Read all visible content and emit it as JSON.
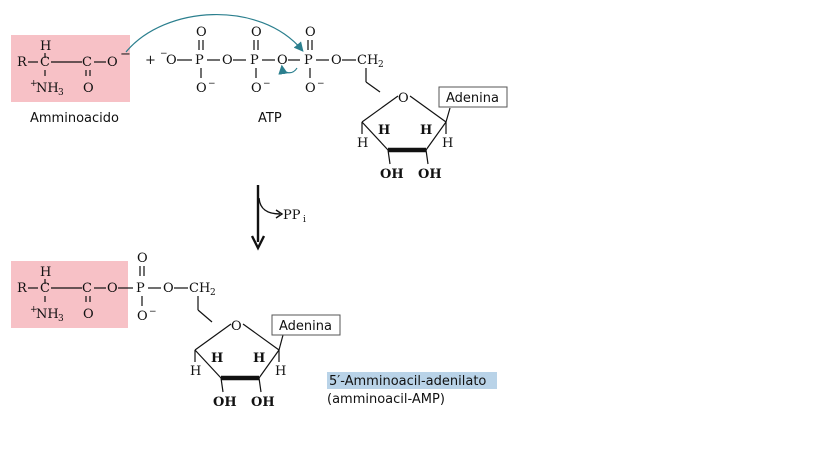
{
  "colors": {
    "highlight_pink": "#f7c1c6",
    "caption_highlight": "#b9d3e8",
    "curved_arrow": "#2b7f8e"
  },
  "top": {
    "amino_label": "Amminoacido",
    "atp_label": "ATP",
    "adenine_label": "Adenina",
    "plus": "+"
  },
  "arrow": {
    "byproduct": "PP",
    "byproduct_sub": "i"
  },
  "bottom": {
    "adenine_label": "Adenina",
    "product_name": "5′-Amminoacil-adenilato",
    "product_alt": "(amminoacil-AMP)"
  },
  "atoms": {
    "R": "R",
    "H": "H",
    "C": "C",
    "O": "O",
    "P": "P",
    "OH": "OH",
    "NH3": "NH",
    "NH3_sub": "3",
    "CH2": "CH",
    "CH2_sub": "2",
    "minus": "−",
    "plus": "+"
  }
}
